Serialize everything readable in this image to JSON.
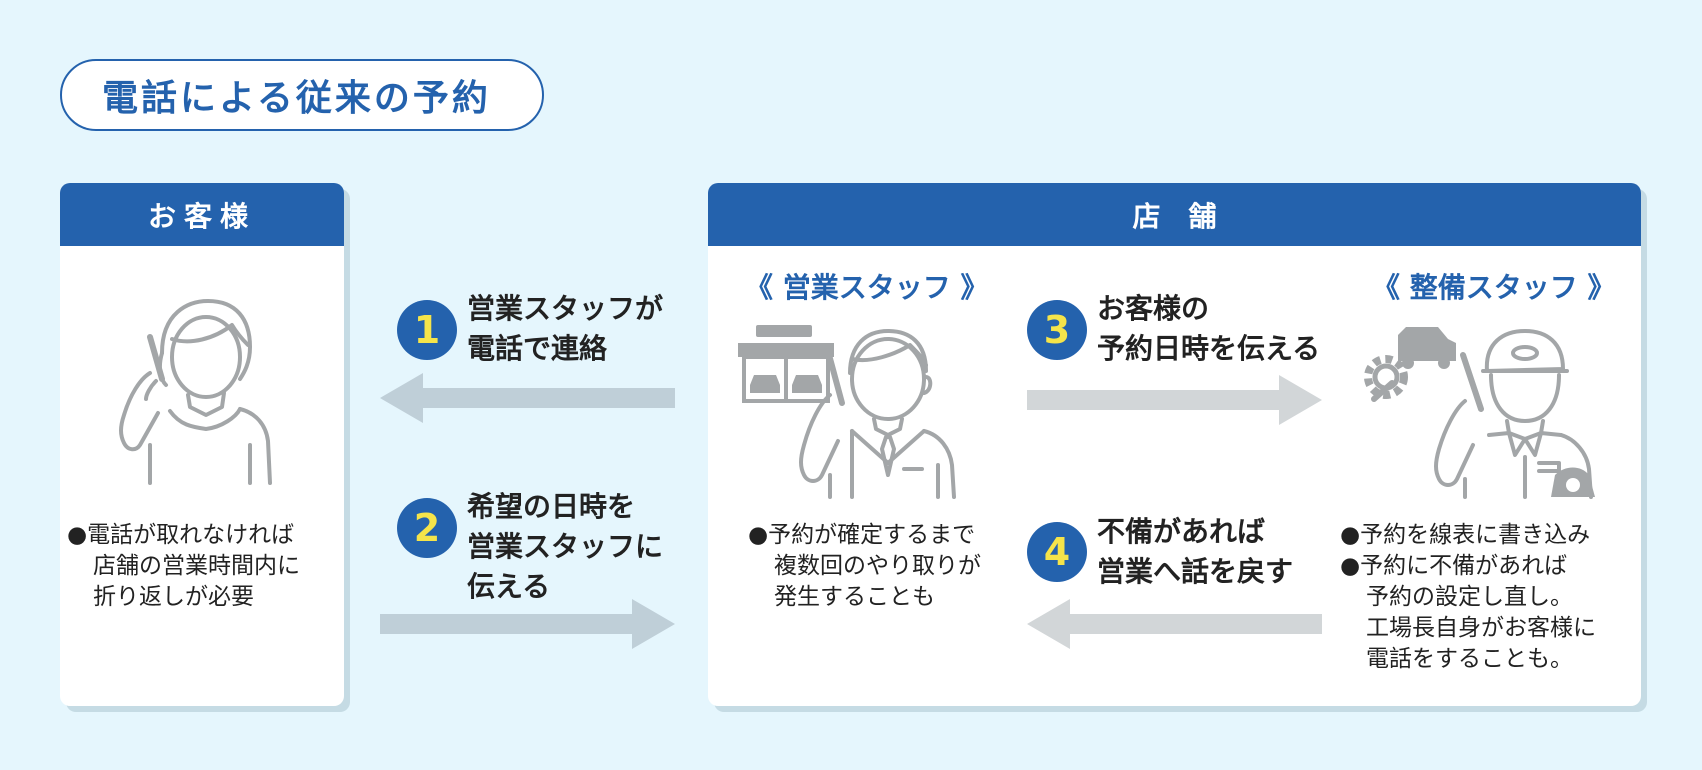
{
  "title": "電話による従来の予約",
  "customer": {
    "header": "お客様",
    "notes": [
      "●電話が取れなければ",
      "店舗の営業時間内に",
      "折り返しが必要"
    ]
  },
  "store": {
    "header": "店舗",
    "sales": {
      "label": "《 営業スタッフ 》",
      "notes": [
        "●予約が確定するまで",
        "複数回のやり取りが",
        "発生することも"
      ]
    },
    "mechanic": {
      "label": "《 整備スタッフ 》",
      "notes": [
        "●予約を線表に書き込み",
        "●予約に不備があれば",
        "予約の設定し直し。",
        "工場長自身がお客様に",
        "電話をすることも。"
      ]
    }
  },
  "steps": [
    {
      "number": "1",
      "lines": [
        "営業スタッフが",
        "電話で連絡"
      ]
    },
    {
      "number": "2",
      "lines": [
        "希望の日時を",
        "営業スタッフに",
        "伝える"
      ]
    },
    {
      "number": "3",
      "lines": [
        "お客様の",
        "予約日時を伝える"
      ]
    },
    {
      "number": "4",
      "lines": [
        "不備があれば",
        "営業へ話を戻す"
      ]
    }
  ],
  "colors": {
    "accent_blue": "#2462ad",
    "step_number": "#f5e44a",
    "arrow_customer_side": "#bfcfd8",
    "arrow_store_side": "#d2d6d8",
    "icon_gray": "#a3a6a8",
    "background": "#e5f6fd"
  },
  "icons": [
    "woman-phone-icon",
    "salesman-phone-icon",
    "store-building-icon",
    "mechanic-phone-icon",
    "car-gear-icon"
  ]
}
